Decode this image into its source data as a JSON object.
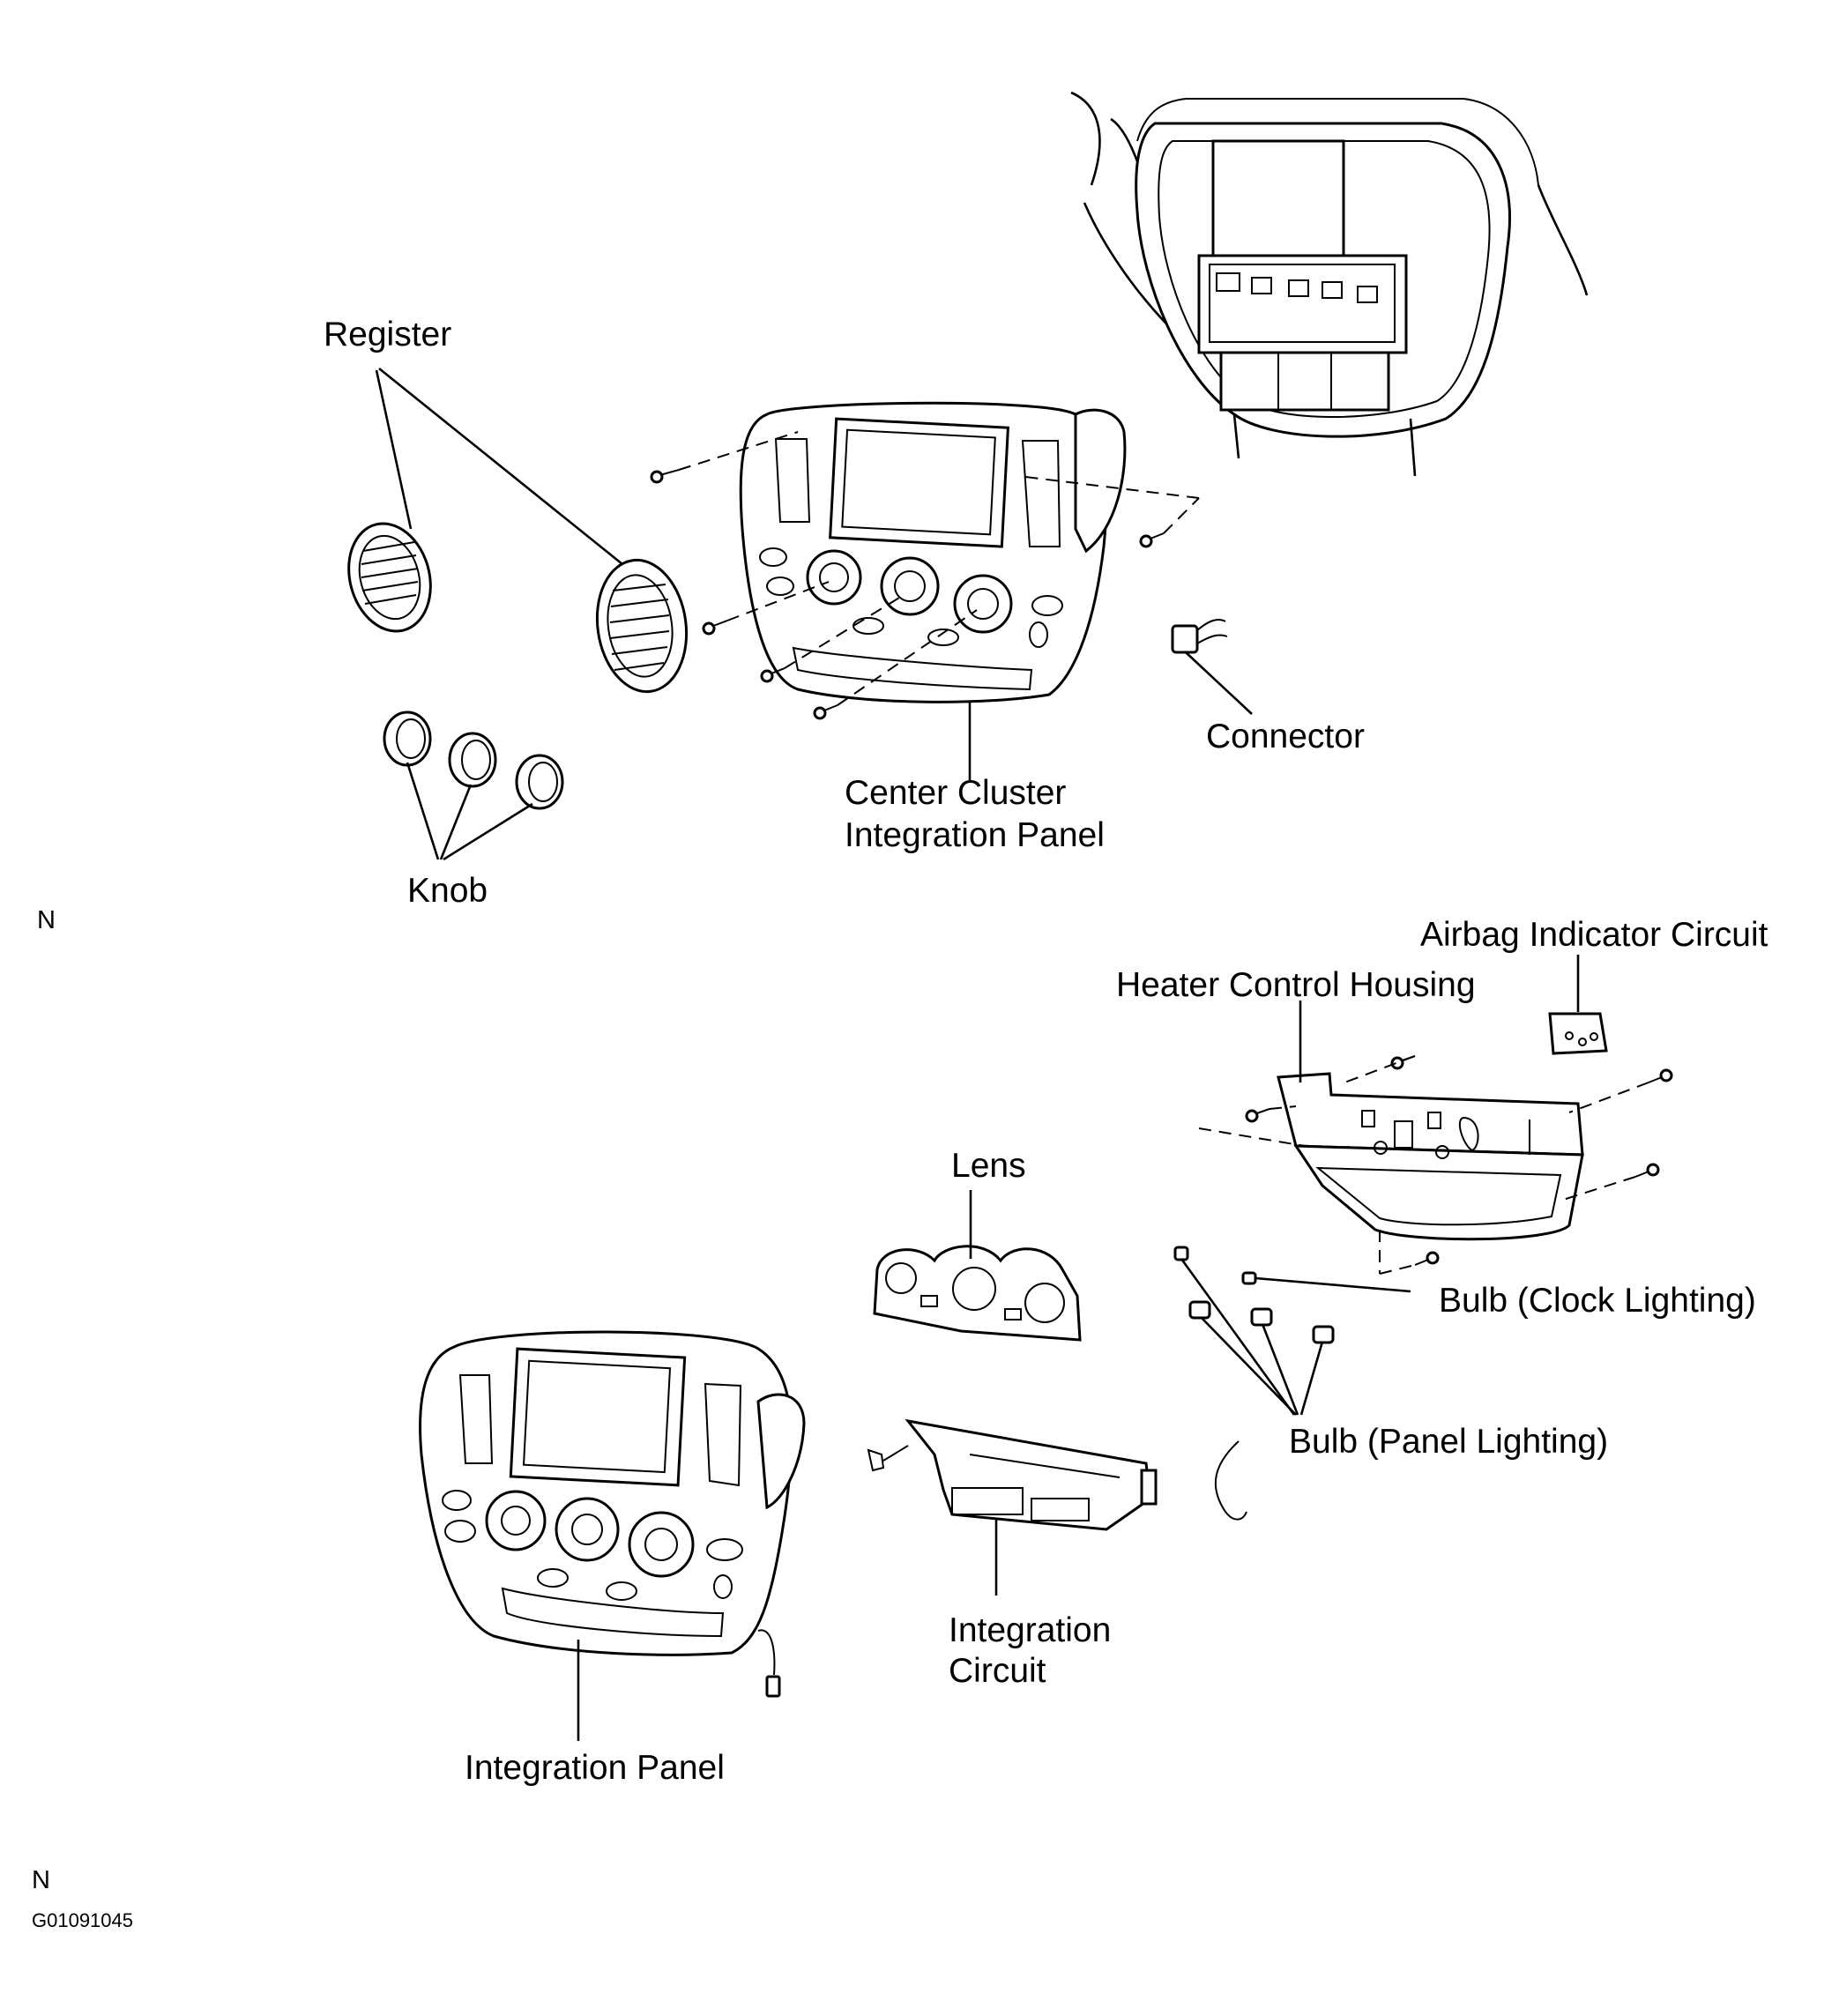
{
  "labels": {
    "register": "Register",
    "center_cluster_line1": "Center Cluster",
    "center_cluster_line2": "Integration Panel",
    "connector": "Connector",
    "knob": "Knob",
    "airbag_indicator_circuit": "Airbag Indicator Circuit",
    "heater_control_housing": "Heater Control Housing",
    "lens": "Lens",
    "bulb_clock_lighting": "Bulb (Clock Lighting)",
    "bulb_panel_lighting": "Bulb (Panel Lighting)",
    "integration_circuit_line1": "Integration",
    "integration_circuit_line2": "Circuit",
    "integration_panel": "Integration Panel"
  },
  "markers": {
    "n_top": "N",
    "n_bottom": "N",
    "figure_code": "G01091045"
  }
}
